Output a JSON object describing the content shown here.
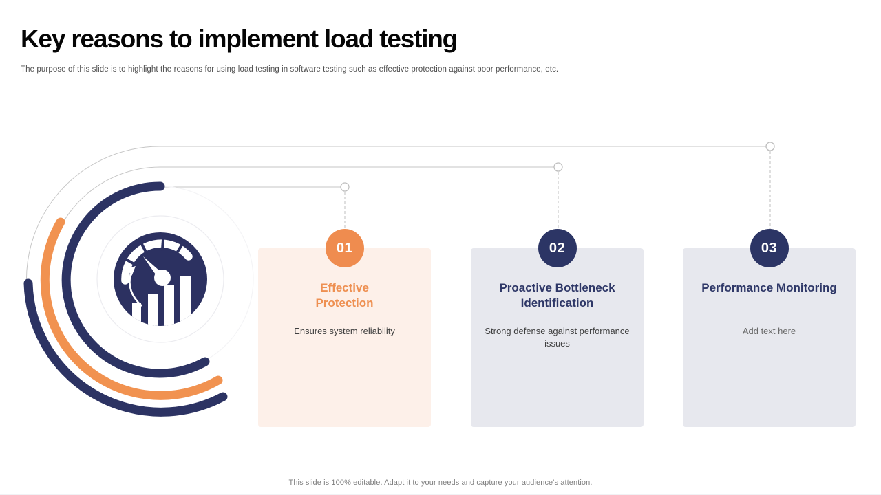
{
  "slide": {
    "title": "Key reasons to implement load testing",
    "subtitle": "The purpose of this slide is to highlight the reasons for using load testing in software testing such as effective protection against poor performance, etc.",
    "footer": "This slide is 100% editable. Adapt it to your needs and capture your audience's attention."
  },
  "colors": {
    "navy": "#2c3363",
    "orange": "#f19250",
    "badge_orange": "#ef8c4f",
    "badge_navy": "#2c3565",
    "card_peach_bg": "#fdf0e9",
    "card_gray_bg": "#e7e8ee",
    "title_black": "#050505",
    "subtitle_gray": "#4f4f4f",
    "body_gray": "#3f3f3f",
    "connector_gray": "#c4c4c4"
  },
  "graphic": {
    "icon": "speedometer-bar-chart-icon",
    "description": "concentric navy and orange arcs around a speedometer/growth-bars icon, with connector lines to three numbered cards"
  },
  "cards": [
    {
      "number": "01",
      "title_lines": [
        "Effective",
        "Protection"
      ],
      "body": "Ensures system reliability",
      "accent": "orange"
    },
    {
      "number": "02",
      "title_lines": [
        "Proactive Bottleneck",
        "Identification"
      ],
      "body": "Strong defense against performance issues",
      "accent": "navy"
    },
    {
      "number": "03",
      "title_lines": [
        "Performance Monitoring"
      ],
      "body": "Add text here",
      "accent": "navy"
    }
  ]
}
